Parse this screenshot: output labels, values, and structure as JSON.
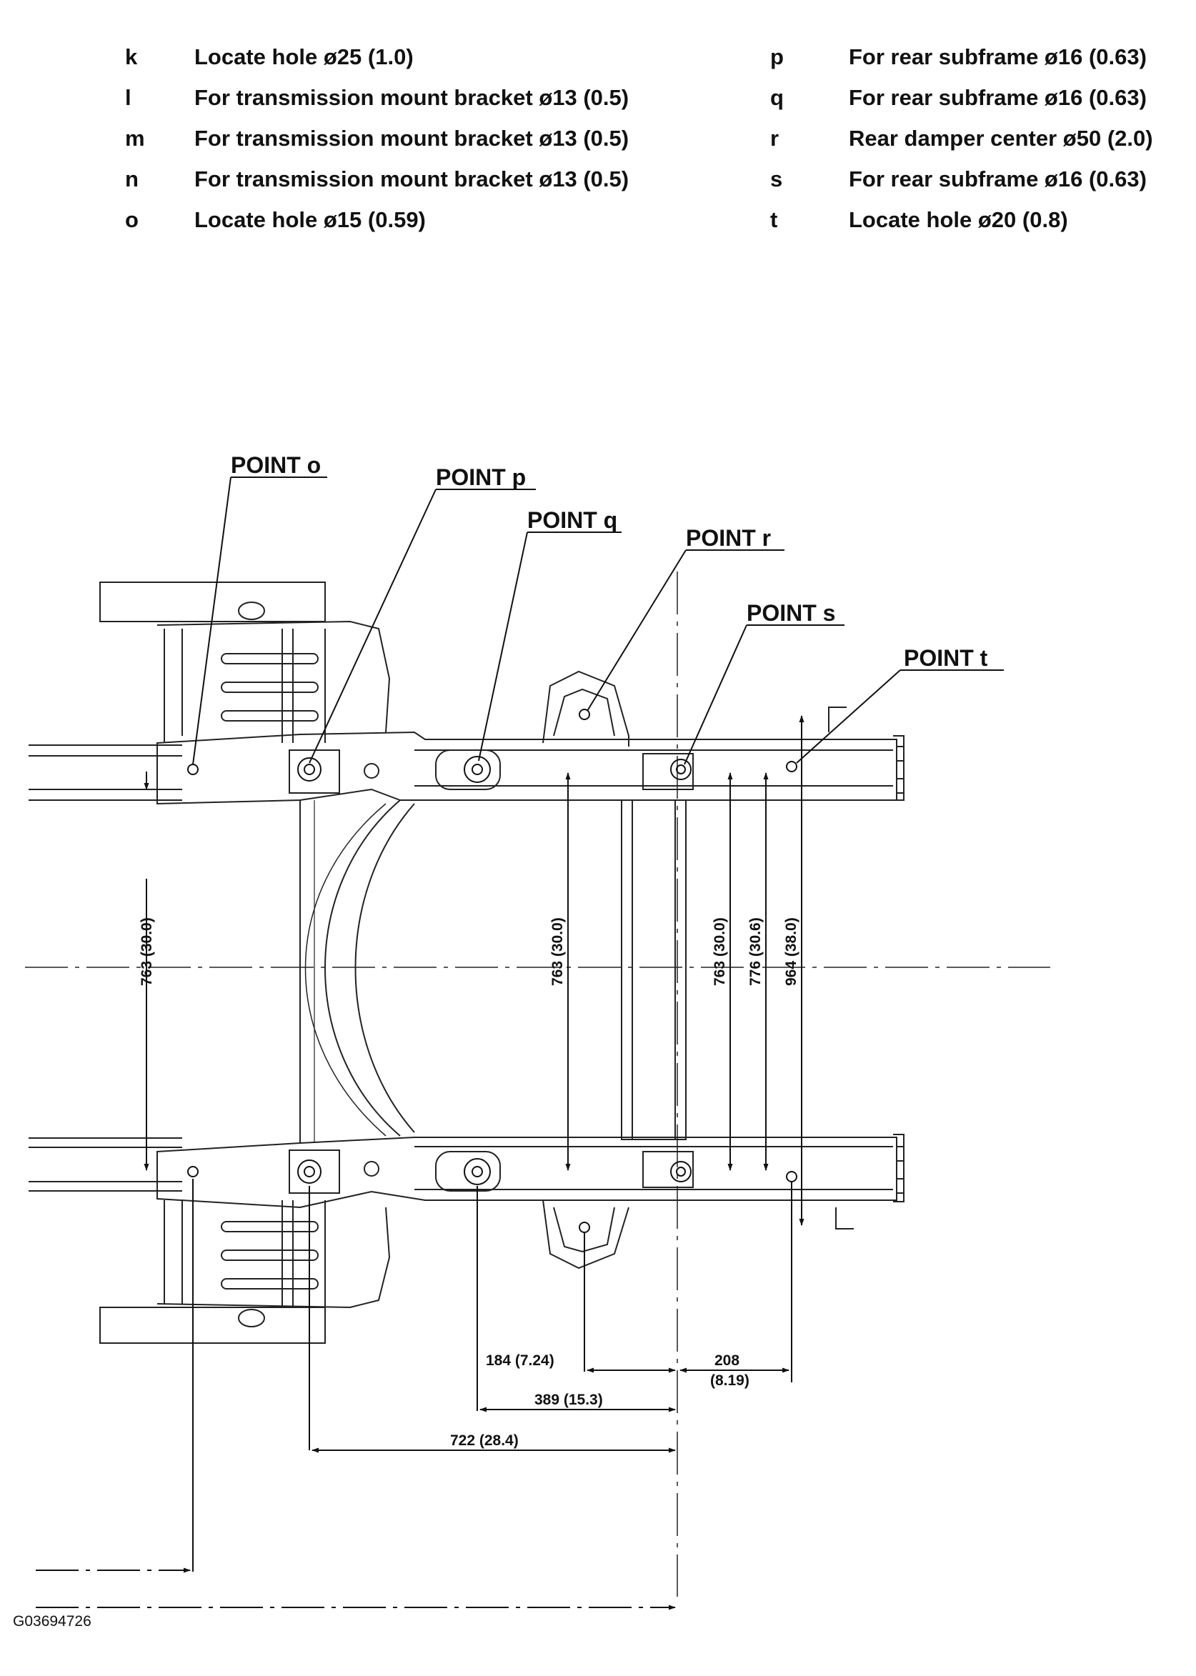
{
  "legend": {
    "left": [
      {
        "key": "k",
        "desc": "Locate hole ø25 (1.0)"
      },
      {
        "key": "l",
        "desc": "For transmission mount bracket ø13 (0.5)"
      },
      {
        "key": "m",
        "desc": "For transmission mount bracket ø13 (0.5)"
      },
      {
        "key": "n",
        "desc": "For transmission mount bracket ø13 (0.5)"
      },
      {
        "key": "o",
        "desc": "Locate hole ø15 (0.59)"
      }
    ],
    "right": [
      {
        "key": "p",
        "desc": "For rear subframe ø16 (0.63)"
      },
      {
        "key": "q",
        "desc": "For rear subframe ø16 (0.63)"
      },
      {
        "key": "r",
        "desc": "Rear damper center ø50 (2.0)"
      },
      {
        "key": "s",
        "desc": "For rear subframe ø16 (0.63)"
      },
      {
        "key": "t",
        "desc": "Locate hole ø20 (0.8)"
      }
    ]
  },
  "points": {
    "o": "POINT o",
    "p": "POINT p",
    "q": "POINT q",
    "r": "POINT r",
    "s": "POINT s",
    "t": "POINT t"
  },
  "dimensions": {
    "vertical_left": "763 (30.0)",
    "vertical_q": "763 (30.0)",
    "vertical_s": "763 (30.0)",
    "vertical_776": "776 (30.6)",
    "vertical_964": "964 (38.0)",
    "d184": "184 (7.24)",
    "d208": "208",
    "d208_in": "(8.19)",
    "d389": "389 (15.3)",
    "d722": "722 (28.4)"
  },
  "figure_id": "G03694726"
}
